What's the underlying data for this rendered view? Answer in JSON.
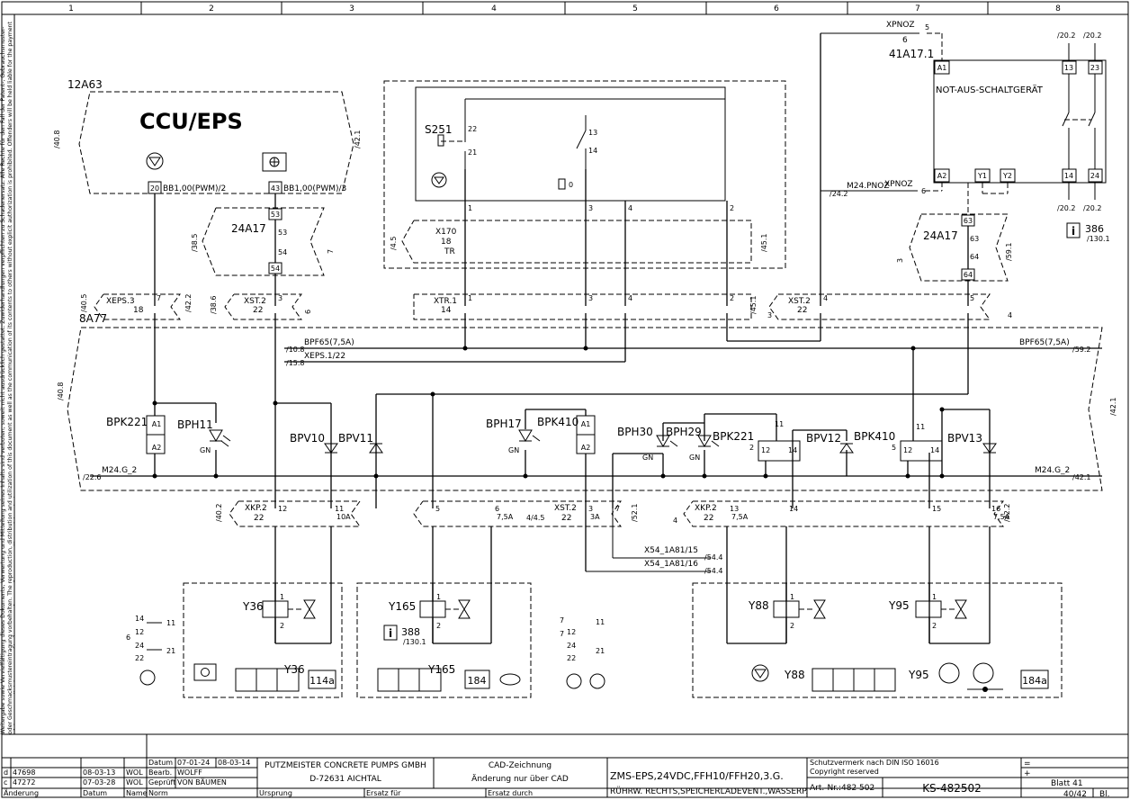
{
  "frame": {
    "columns": [
      "1",
      "2",
      "3",
      "4",
      "5",
      "6",
      "7",
      "8"
    ],
    "side_note": "Weitergabe sowie Vervielfältigung dieses Dokuments, Verwertung und Mitteilung seines Inhalts sind verboten, soweit nicht ausdrücklich gestattet. Zuwiderhandlungen verpflichten zu Schadenersatz. Alle Rechte für den Fall der Patent-, Gebrauchsmuster- oder Geschmacksmustereintragung vorbehalten. The reproduction, distribution and utilization of this document as well as the communication of its contents to others without explicit authorization is prohibited. Offenders will be held liable for the payment of damages. All rights reserved in the event of grant of a patent, utility model or design."
  },
  "ccu": {
    "ref": "12A63",
    "title": "CCU/EPS",
    "pin_a": "20",
    "pin_a_label": "BB1,00(PWM)/2",
    "pin_b": "43",
    "pin_b_label": "BB1,00(PWM)/3",
    "left_ref": "/40.8",
    "right_ref": "/42.1"
  },
  "a24_left": {
    "ref": "24A17",
    "pin_top": "53",
    "pin_bot": "54",
    "wire_top": "53",
    "wire_bot": "54",
    "left_ref": "/38.5",
    "right_ref": "7"
  },
  "s251": {
    "ref": "S251",
    "c1": "22",
    "c2": "21",
    "c3": "13",
    "c4": "14",
    "btn": "0"
  },
  "x170": {
    "name": "X170",
    "num": "18",
    "sub": "TR",
    "left_ref": "/4.5",
    "right_ref": "/45.1",
    "pins": [
      "1",
      "3",
      "4",
      "2"
    ]
  },
  "relay": {
    "conn": "XPNOZ",
    "conn_pin": "5",
    "conn_num": "6",
    "ref": "41A17.1",
    "title": "NOT-AUS-SCHALTGERÄT",
    "a1": "A1",
    "a2": "A2",
    "y1": "Y1",
    "y2": "Y2",
    "p13": "13",
    "p23": "23",
    "p14": "14",
    "p24": "24",
    "top_l": "/20.2",
    "top_r": "/20.2",
    "bot_l": "/20.2",
    "bot_r": "/20.2",
    "m24": "M24.PNOZ",
    "m24_conn": "XPNOZ",
    "m24_ref": "/24.2",
    "m24_pin": "6",
    "info": "386",
    "info_sub": "/130.1"
  },
  "a24_right": {
    "ref": "24A17",
    "pin_top": "63",
    "pin_bot": "64",
    "wire_top": "63",
    "wire_bot": "64",
    "left_ref": "3",
    "right_ref": "/59.1"
  },
  "conn_row1": [
    {
      "name": "XEPS.3",
      "num": "18",
      "pin": "7",
      "left": "/40.5",
      "right": "/42.2"
    },
    {
      "name": "XST.2",
      "num": "22",
      "pin": "3",
      "left": "/38.6",
      "right": "6"
    },
    {
      "name": "XTR.1",
      "num": "14",
      "pins": [
        "1",
        "3",
        "4",
        "2"
      ],
      "right": "/45.1"
    },
    {
      "name": "XST.2",
      "num": "22",
      "pins": [
        "4",
        "5"
      ],
      "left": "3",
      "right": "4"
    }
  ],
  "block8": {
    "ref": "8A77",
    "bus1": "BPF65(7,5A)",
    "bus1_ref": "/10.8",
    "bus1_right": "BPF65(7,5A)",
    "bus1_right_ref": "/59.2",
    "bus2": "XEPS.1/22",
    "bus2_ref": "/15.8",
    "left_ref": "/40.8",
    "right_ref": "/42.1",
    "m24_left": "M24.G_2",
    "m24_left_ref": "/22.6",
    "m24_right": "M24.G_2",
    "m24_right_ref": "/42.1",
    "components": [
      {
        "name": "BPK221",
        "a1": "A1",
        "a2": "A2"
      },
      {
        "name": "BPH11",
        "color": "GN"
      },
      {
        "name": "BPV10"
      },
      {
        "name": "BPV11"
      },
      {
        "name": "BPH17",
        "color": "GN"
      },
      {
        "name": "BPK410",
        "a1": "A1",
        "a2": "A2"
      },
      {
        "name": "BPH30",
        "color": "GN"
      },
      {
        "name": "BPH29",
        "color": "GN"
      },
      {
        "name": "BPK221",
        "p2": "2",
        "p12": "12",
        "p14": "14",
        "p11": "11"
      },
      {
        "name": "BPV12"
      },
      {
        "name": "BPK410",
        "p5": "5",
        "p12": "12",
        "p14": "14",
        "p11": "11"
      },
      {
        "name": "BPV13"
      }
    ]
  },
  "conn_row2": [
    {
      "name": "XKP.2",
      "num": "22",
      "pins": [
        "12",
        "11"
      ],
      "fuse": "10A",
      "left": "/40.2"
    },
    {
      "name": "XST.2",
      "num": "22",
      "pins": [
        "5",
        "6",
        "3",
        "7"
      ],
      "fuse_a": "7,5A",
      "fuse_b": "3A",
      "left_mid": "4/4.5",
      "right": "/52.1"
    },
    {
      "name": "XKP.2",
      "num": "22",
      "pins": [
        "13",
        "14",
        "15",
        "16"
      ],
      "fuse_a": "7,5A",
      "fuse_b": "7,5A",
      "left": "4",
      "right": "/42.2"
    }
  ],
  "x54": [
    {
      "label": "X54_1A81/15",
      "ref": "/54.4"
    },
    {
      "label": "X54_1A81/16",
      "ref": "/54.4"
    }
  ],
  "valves": [
    {
      "coil": "Y36",
      "p1": "1",
      "p2": "2",
      "sym": "Y36",
      "tag": "114a"
    },
    {
      "coil": "Y165",
      "p1": "1",
      "p2": "2",
      "sym": "Y165",
      "tag": "184",
      "info": "388",
      "info_sub": "/130.1"
    },
    {
      "coil": "Y88",
      "p1": "1",
      "p2": "2",
      "sym": "Y88"
    },
    {
      "coil": "Y95",
      "p1": "1",
      "p2": "2",
      "sym": "Y95",
      "tag": "184a"
    }
  ],
  "pin_legend_a": [
    "14",
    "11",
    "6",
    "12",
    "24",
    "21",
    "22"
  ],
  "pin_legend_b": [
    "7",
    "11",
    "7",
    "12",
    "24",
    "21",
    "22"
  ],
  "titleblock": {
    "rev_d": "d",
    "rev_d_no": "47698",
    "rev_d_date": "08-03-13",
    "rev_d_name": "WOL",
    "rev_c": "c",
    "rev_c_no": "47272",
    "rev_c_date": "07-03-28",
    "rev_c_name": "WOL",
    "h_aend": "Änderung",
    "h_datum": "Datum",
    "h_name": "Name",
    "h_norm": "Norm",
    "datum": "Datum",
    "d1": "07-01-24",
    "d2": "08-03-14",
    "bearb": "Bearb.",
    "bearb_name": "WOLFF",
    "gepr": "Geprüft",
    "gepr_name": "VON BÄUMEN",
    "company": "PUTZMEISTER CONCRETE PUMPS GMBH",
    "city": "D-72631 AICHTAL",
    "cad1": "CAD-Zeichnung",
    "cad2": "Änderung nur über CAD",
    "ursprung": "Ursprung",
    "ersatz_fuer": "Ersatz für",
    "ersatz_durch": "Ersatz durch",
    "desc1": "ZMS-EPS,24VDC,FFH10/FFH20,3.G.",
    "desc2": "RÜHRW. RECHTS,SPEICHERLADEVENT.,WASSERP.",
    "schutz1": "Schutzvermerk nach DIN ISO 16016",
    "schutz2": "Copyright reserved",
    "art": "Art.-Nr.:482 502",
    "ks": "KS-482502",
    "eq": "=",
    "plus": "+",
    "blatt": "Blatt 41",
    "sheet": "40/42",
    "bl": "Bl."
  }
}
